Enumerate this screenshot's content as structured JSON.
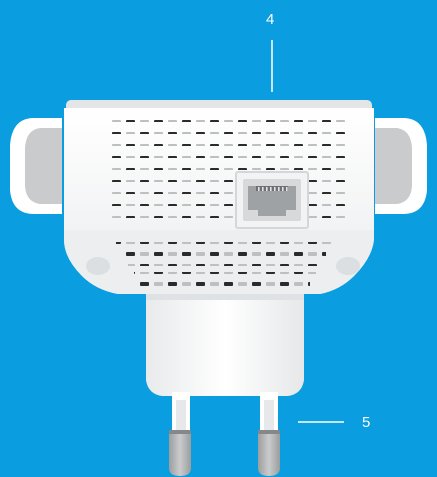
{
  "callouts": [
    {
      "number": "4",
      "points_to": "ethernet-port"
    },
    {
      "number": "5",
      "points_to": "plug-prongs"
    }
  ],
  "colors": {
    "background": "#0a9ee0",
    "body": "#f4f5f6",
    "body_shade": "#dfe2e4",
    "antenna": "#c9cbcc",
    "vent_dark": "#2b2b2b",
    "vent_light": "#bdbfc1",
    "prong": "#a9abad",
    "callout": "#ffffff"
  }
}
